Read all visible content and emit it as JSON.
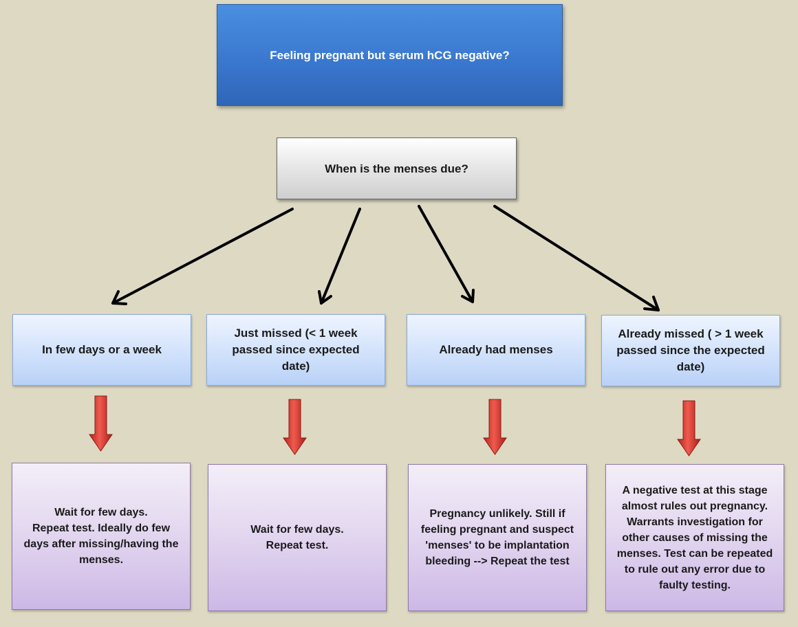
{
  "title": "Feeling pregnant but serum hCG negative?",
  "question": "When is the menses due?",
  "options": [
    "In few days or a week",
    "Just missed (< 1 week passed since expected date)",
    "Already had menses",
    "Already missed ( > 1 week passed since the expected date)"
  ],
  "results": [
    "Wait for few days.\nRepeat test. Ideally do few days after missing/having the menses.",
    "Wait for few days.\nRepeat test.",
    "Pregnancy unlikely. Still if feeling pregnant and suspect 'menses' to be implantation bleeding --> Repeat the test",
    "A negative test at this stage almost rules out pregnancy. Warrants investigation for other causes of missing the menses. Test can be repeated to rule out any error due to faulty testing."
  ],
  "colors": {
    "title_fill": "#3a78cf",
    "option_fill": "#cfe0fb",
    "result_fill": "#e4d8f0",
    "down_arrow": "#d9332b",
    "connector": "#000000"
  }
}
